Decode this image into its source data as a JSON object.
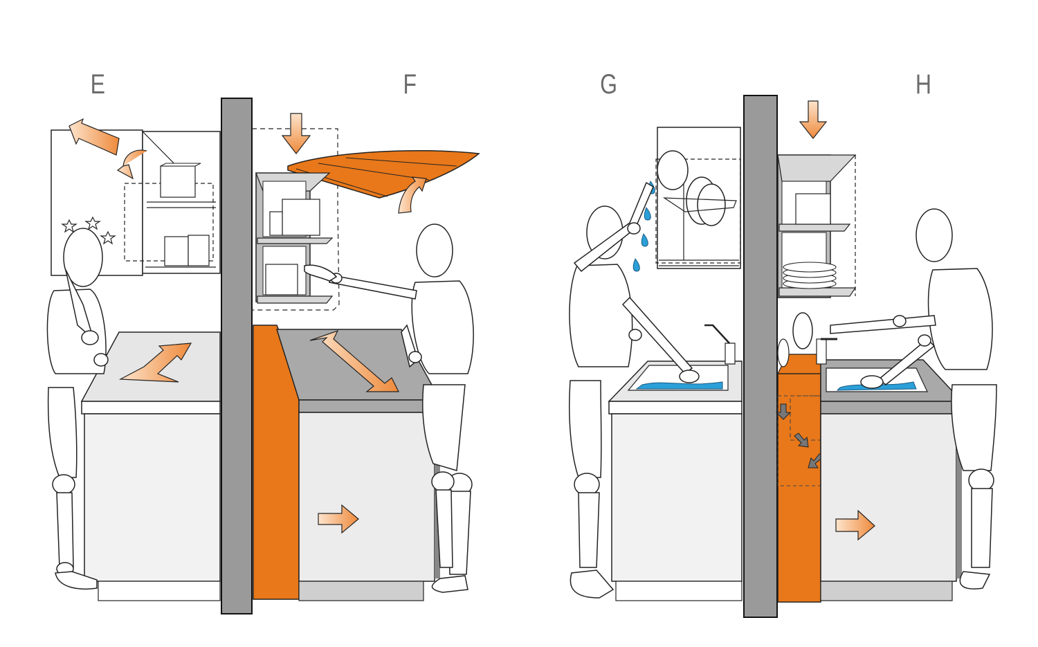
{
  "panels": [
    {
      "label": "E"
    },
    {
      "label": "F"
    },
    {
      "label": "G"
    },
    {
      "label": "H"
    }
  ],
  "colors": {
    "accent_orange": "#e8781a",
    "arrow_orange": "#f0a060",
    "divider_gray": "#9a9a9a",
    "cabinet_gray": "#bdbdbd",
    "cabinet_light": "#ececec",
    "counter_gray": "#b5b5b5",
    "water_blue": "#2b9fd8",
    "outline": "#1a1a1a"
  },
  "icons": [
    "arrow-icon",
    "dizzy-stars-icon",
    "water-drop-icon",
    "plate-stack-icon"
  ]
}
